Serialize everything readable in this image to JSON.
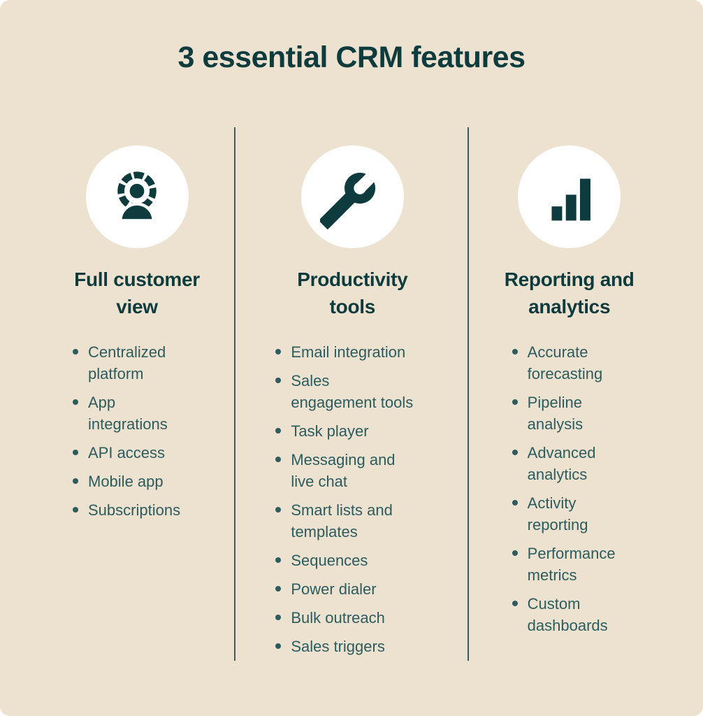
{
  "title": "3 essential CRM features",
  "colors": {
    "background": "#ECE2CF",
    "heading_text": "#0D3B3E",
    "body_text": "#2D5C5F",
    "icon": "#0D3B3E",
    "icon_circle_bg": "#FFFFFF",
    "divider": "#3A5C5E"
  },
  "columns": [
    {
      "icon": "customer-ring-icon",
      "heading": "Full customer\nview",
      "items": [
        "Centralized\nplatform",
        "App\nintegrations",
        "API access",
        "Mobile app",
        "Subscriptions"
      ]
    },
    {
      "icon": "wrench-icon",
      "heading": "Productivity\ntools",
      "items": [
        "Email integration",
        "Sales\nengagement tools",
        "Task player",
        "Messaging and\nlive chat",
        "Smart lists and\ntemplates",
        "Sequences",
        "Power dialer",
        "Bulk outreach",
        "Sales triggers"
      ]
    },
    {
      "icon": "bar-chart-icon",
      "heading": "Reporting and\nanalytics",
      "items": [
        "Accurate\nforecasting",
        "Pipeline\nanalysis",
        "Advanced\nanalytics",
        "Activity\nreporting",
        "Performance\nmetrics",
        "Custom\ndashboards"
      ]
    }
  ]
}
